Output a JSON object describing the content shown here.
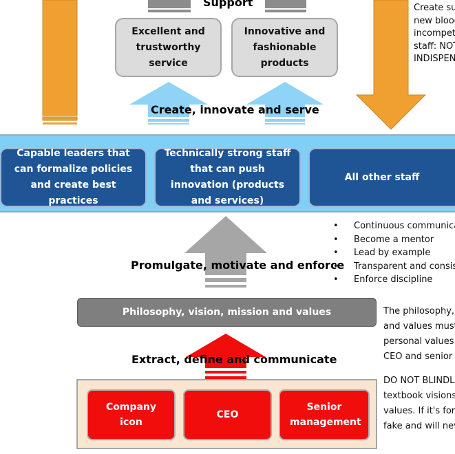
{
  "top": {
    "support_label": "Support",
    "box_service": "Excellent and trustworthy service",
    "box_products": "Innovative and fashionable products",
    "create_label": "Create, innovate and serve",
    "side_note": [
      "Create su",
      "new blood",
      "incompete",
      "staff: NOT",
      "INDISPEN"
    ]
  },
  "staff": {
    "leaders": "Capable leaders that can formalize policies and create best practices",
    "technical": "Technically strong staff that can push innovation (products and services)",
    "other": "All other staff"
  },
  "middle": {
    "promulgate_label": "Promulgate, motivate and enforce",
    "bullets": [
      "Continuous communica",
      "Become a mentor",
      "Lead by example",
      "Transparent and consis",
      "Enforce discipline"
    ]
  },
  "philosophy": {
    "bar_label": "Philosophy, vision, mission and values",
    "note": [
      "The philosophy,",
      "and values must",
      "personal values o",
      "CEO and senior r"
    ]
  },
  "bottom": {
    "extract_label": "Extract, define and communicate",
    "company_icon": "Company icon",
    "ceo": "CEO",
    "senior": "Senior management",
    "note": [
      "DO NOT BLINDL",
      "textbook visions",
      "values. If it's fore",
      "fake and will nev"
    ]
  },
  "colors": {
    "orange": "#f0a030",
    "light_blue_band": "#7fd0f5",
    "dark_blue": "#1f5594",
    "grey_bar": "#7f7f7f",
    "red": "#f20d0d",
    "cream": "#f8e6d0"
  }
}
